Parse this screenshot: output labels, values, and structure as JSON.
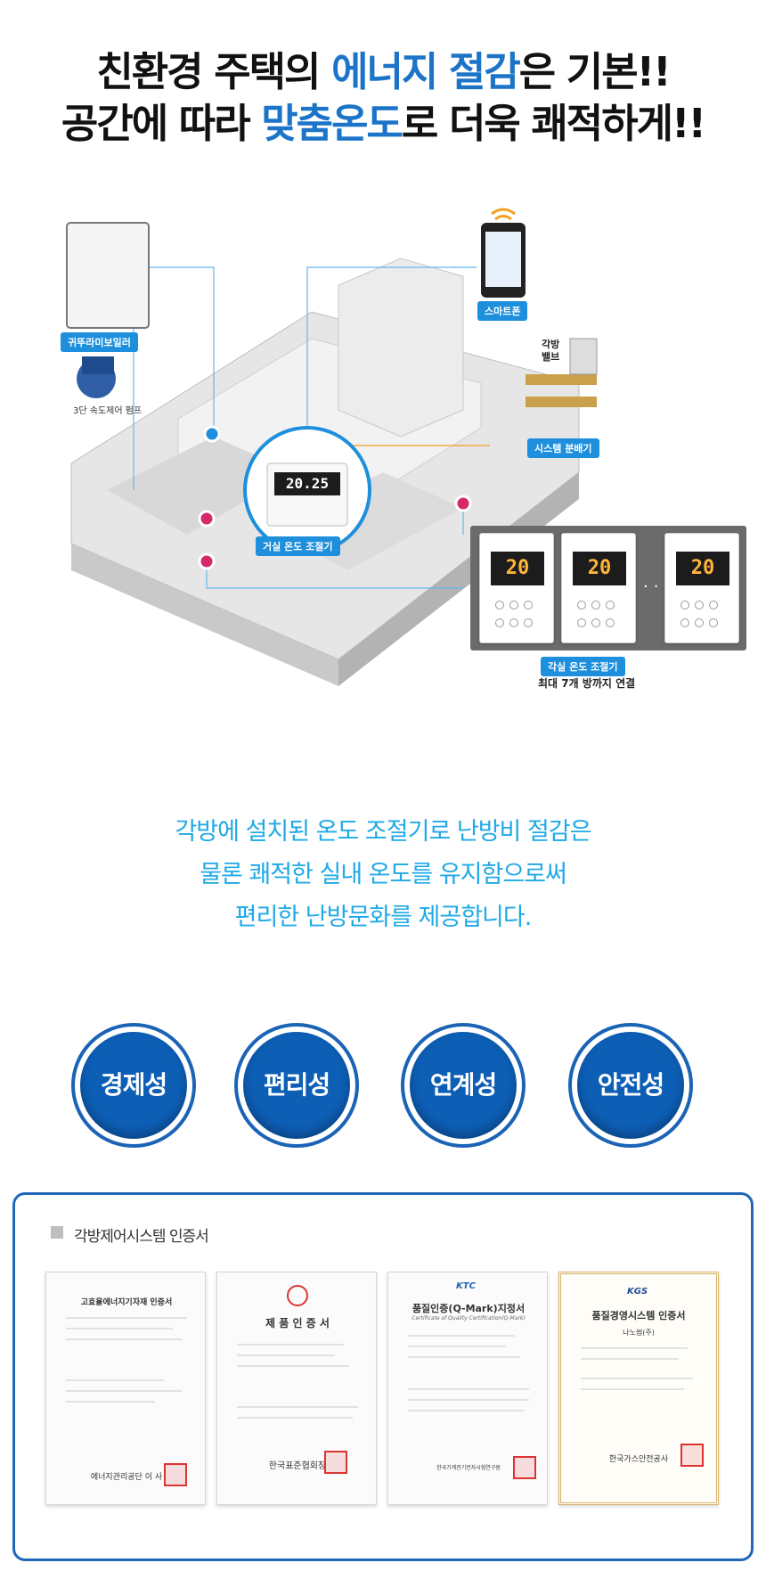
{
  "headline": {
    "line1_a": "친환경 주택의 ",
    "line1_accent": "에너지 절감",
    "line1_b": "은 기본!!",
    "line2_a": "공간에 따라 ",
    "line2_accent": "맞춤온도",
    "line2_b": "로 더욱 쾌적하게!!"
  },
  "diagram": {
    "boiler_label": "귀뚜라미보일러",
    "pump_label": "3단 속도제어 펌프",
    "smartphone_label": "스마트폰",
    "valve_label": "각방\n밸브",
    "distributor_label": "시스템 분배기",
    "living_thermostat_label": "거실 온도 조절기",
    "living_thermostat_reading": "20.25",
    "room_thermostat_label": "각실 온도 조절기",
    "room_thermostat_reading": "20",
    "room_connection_note": "최대 7개 방까지 연결",
    "ellipsis": "····"
  },
  "description": {
    "line1": "각방에 설치된 온도 조절기로 난방비 절감은",
    "line2": "물론 쾌적한 실내 온도를 유지함으로써",
    "line3": "편리한 난방문화를 제공합니다."
  },
  "features": [
    {
      "label": "경제성"
    },
    {
      "label": "편리성"
    },
    {
      "label": "연계성"
    },
    {
      "label": "안전성"
    }
  ],
  "certificates": {
    "heading": "각방제어시스템 인증서",
    "items": [
      {
        "title": "고효율에너지기자재 인증서",
        "issuer": "에너지관리공단 이 사"
      },
      {
        "title": "제 품 인 증 서",
        "issuer": "한국표준협회장"
      },
      {
        "logo": "KTC",
        "title": "품질인증(Q-Mark)지정서",
        "subtitle": "Certificate of Quality Certification(Q-Mark)",
        "issuer": "한국기계전기전자시험연구원"
      },
      {
        "logo": "KGS",
        "title": "품질경영시스템 인증서",
        "subtitle": "나노썸(주)",
        "issuer": "한국가스안전공사"
      }
    ]
  },
  "colors": {
    "accent_blue": "#1b74c7",
    "callout_blue": "#1e8fdc",
    "text_cyan": "#1fa9e6",
    "circle_blue": "#0d5eb5",
    "frame_blue": "#2167b9"
  }
}
